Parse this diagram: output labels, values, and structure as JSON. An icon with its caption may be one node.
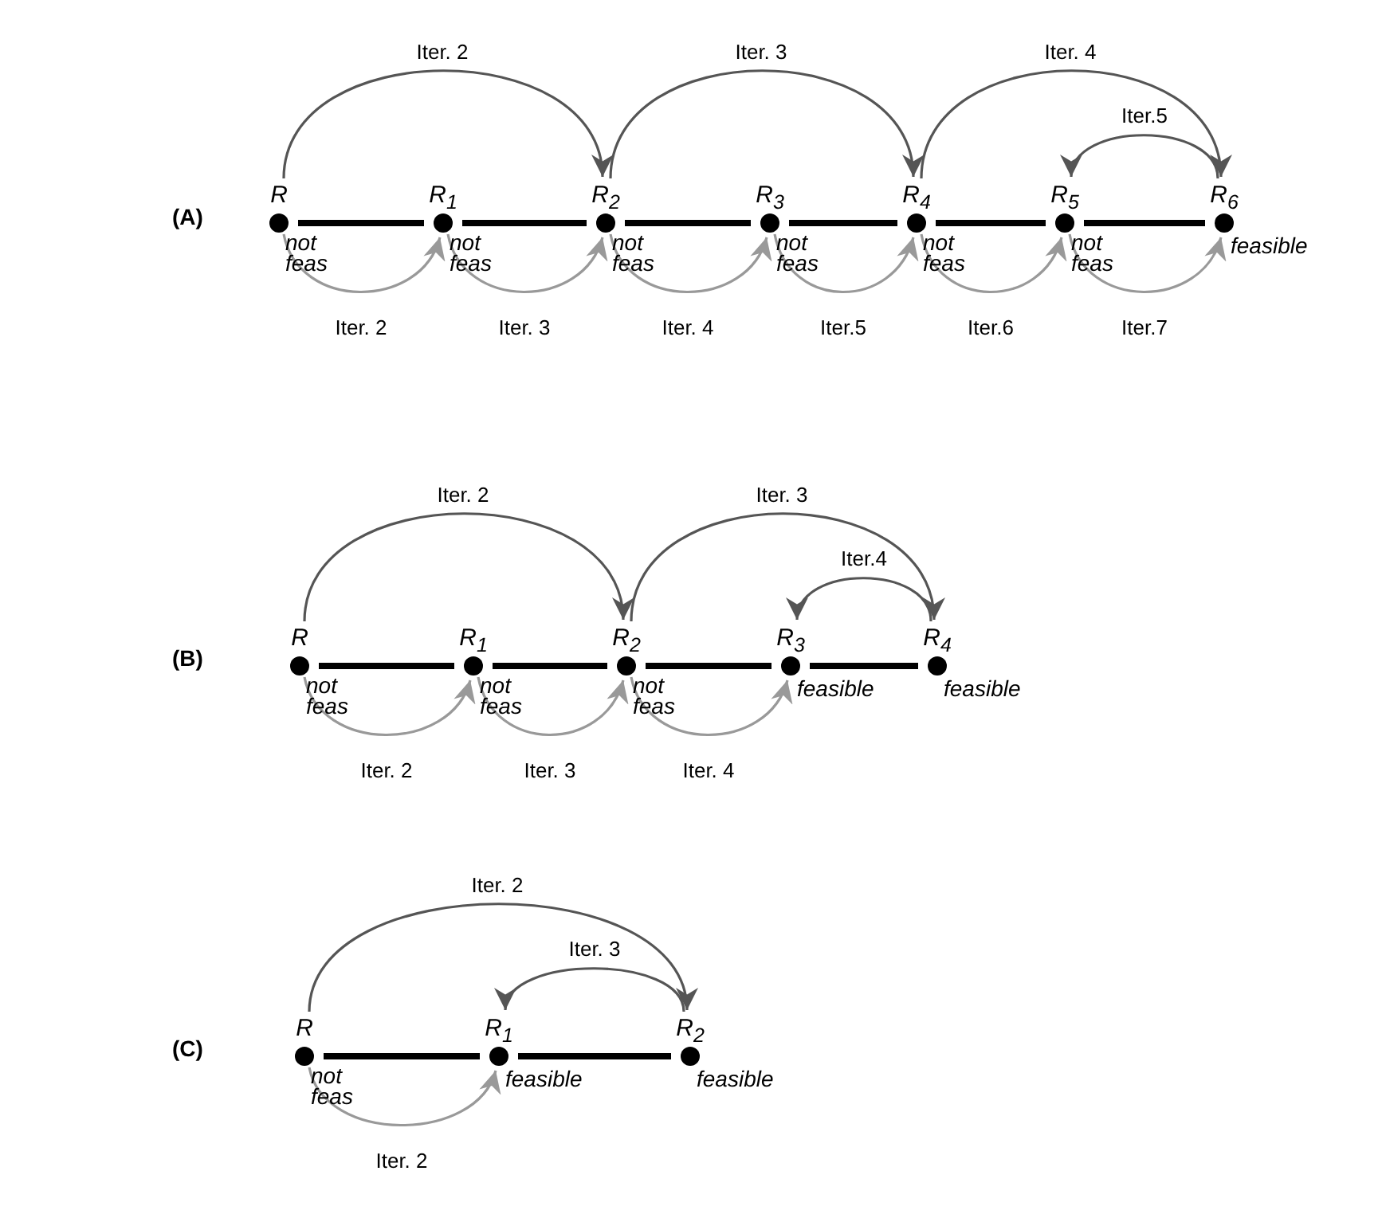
{
  "diagram": {
    "nodes": [
      {
        "text": [
          "R"
        ],
        "beside": [
          "not feas"
        ]
      },
      {
        "text": [
          "R$_{1}$"
        ],
        "beside": [
          "not feas"
        ]
      },
      {
        "text": [
          "R$_{2}$"
        ],
        "beside": [
          "not feas"
        ]
      },
      {
        "text": [
          "R$_{3}$"
        ],
        "beside": [
          "not feas"
        ]
      },
      {
        "text": [
          "R$_{4}$"
        ],
        "beside": [
          "not feas"
        ]
      },
      {
        "text": [
          "R$_{5}$"
        ],
        "beside": [
          "not feas"
        ]
      },
      {
        "text": [
          "R$_{6}$"
        ],
        "beside": [
          "feasible"
        ]
      },
      {
        "text": [
          "R"
        ],
        "beside": [
          "not feas"
        ]
      },
      {
        "text": [
          "R$_{1}$"
        ],
        "beside": [
          "not feas"
        ]
      },
      {
        "text": [
          "R$_{2}$"
        ],
        "beside": [
          "not feas"
        ]
      },
      {
        "text": [
          "R$_{3}$"
        ],
        "beside": [
          "feasible"
        ]
      },
      {
        "text": [
          "R$_{4}$"
        ],
        "beside": [
          "feasible"
        ]
      },
      {
        "text": [
          "R"
        ],
        "beside": [
          "not feas"
        ]
      },
      {
        "text": [
          "R$_{1}$"
        ],
        "beside": [
          "feasible"
        ]
      },
      {
        "text": [
          "R$_{2}$"
        ],
        "beside": [
          "feasible"
        ]
      }
    ],
    "edges": [
      {
        "from": 0,
        "to": 1,
        "arrow": "none",
        "style": "thick"
      },
      {
        "from": 1,
        "to": 2,
        "arrow": "none",
        "style": "thick"
      },
      {
        "from": 2,
        "to": 3,
        "arrow": "none",
        "style": "thick"
      },
      {
        "from": 3,
        "to": 4,
        "arrow": "none",
        "style": "thick"
      },
      {
        "from": 4,
        "to": 5,
        "arrow": "none",
        "style": "thick"
      },
      {
        "from": 5,
        "to": 6,
        "arrow": "none",
        "style": "thick"
      },
      {
        "from": 0,
        "to": 2,
        "arrow": "to",
        "label": "Iter. 2",
        "color": "#555555"
      },
      {
        "from": 2,
        "to": 4,
        "arrow": "to",
        "label": "Iter. 3",
        "color": "#555555"
      },
      {
        "from": 4,
        "to": 6,
        "arrow": "to",
        "label": "Iter. 4",
        "color": "#555555"
      },
      {
        "from": 6,
        "to": 5,
        "arrow": "to",
        "label": "Iter.5",
        "color": "#555555"
      },
      {
        "from": 0,
        "to": 1,
        "arrow": "to",
        "label": "Iter. 2",
        "color": "#999999"
      },
      {
        "from": 1,
        "to": 2,
        "arrow": "to",
        "label": "Iter. 3",
        "color": "#999999"
      },
      {
        "from": 2,
        "to": 3,
        "arrow": "to",
        "label": "Iter. 4",
        "color": "#999999"
      },
      {
        "from": 3,
        "to": 4,
        "arrow": "to",
        "label": "Iter.5",
        "color": "#999999"
      },
      {
        "from": 4,
        "to": 5,
        "arrow": "to",
        "label": "Iter.6",
        "color": "#999999"
      },
      {
        "from": 5,
        "to": 6,
        "arrow": "to",
        "label": "Iter.7",
        "color": "#999999"
      },
      {
        "from": 7,
        "to": 8,
        "arrow": "none",
        "style": "thick"
      },
      {
        "from": 8,
        "to": 9,
        "arrow": "none",
        "style": "thick"
      },
      {
        "from": 9,
        "to": 10,
        "arrow": "none",
        "style": "thick"
      },
      {
        "from": 10,
        "to": 11,
        "arrow": "none",
        "style": "thick"
      },
      {
        "from": 7,
        "to": 9,
        "arrow": "to",
        "label": "Iter. 2",
        "color": "#555555"
      },
      {
        "from": 9,
        "to": 11,
        "arrow": "to",
        "label": "Iter. 3",
        "color": "#555555"
      },
      {
        "from": 11,
        "to": 10,
        "arrow": "to",
        "label": "Iter.4",
        "color": "#555555"
      },
      {
        "from": 7,
        "to": 8,
        "arrow": "to",
        "label": "Iter. 2",
        "color": "#999999"
      },
      {
        "from": 8,
        "to": 9,
        "arrow": "to",
        "label": "Iter. 3",
        "color": "#999999"
      },
      {
        "from": 9,
        "to": 10,
        "arrow": "to",
        "label": "Iter. 4",
        "color": "#999999"
      },
      {
        "from": 12,
        "to": 13,
        "arrow": "none",
        "style": "thick"
      },
      {
        "from": 13,
        "to": 14,
        "arrow": "none",
        "style": "thick"
      },
      {
        "from": 12,
        "to": 14,
        "arrow": "to",
        "label": "Iter. 2",
        "color": "#555555"
      },
      {
        "from": 14,
        "to": 13,
        "arrow": "to",
        "label": "Iter. 3",
        "color": "#555555"
      },
      {
        "from": 12,
        "to": 13,
        "arrow": "to",
        "label": "Iter. 2",
        "color": "#999999"
      }
    ],
    "labels": [
      "(A)",
      "(B)",
      "(C)"
    ]
  }
}
